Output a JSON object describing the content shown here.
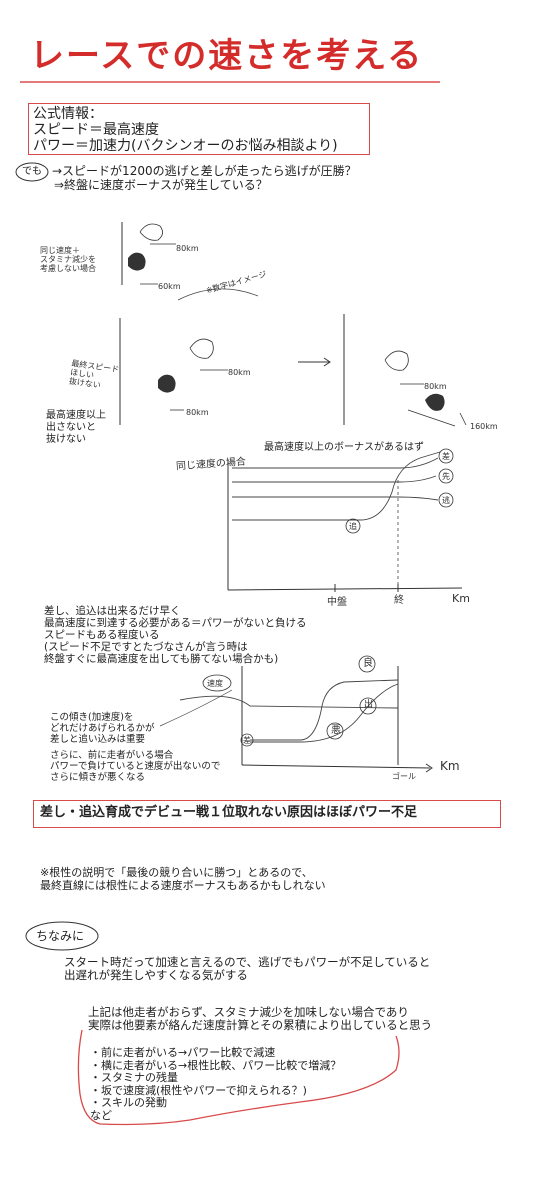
{
  "title": "レースでの速さを考える",
  "official": {
    "lines": [
      "公式情報：",
      "スピード＝最高速度",
      "パワー＝加速力(バクシンオーのお悩み相談より)"
    ]
  },
  "demo_label": "でも",
  "question": {
    "lines": [
      "→スピードが1200の逃げと差しが走ったら逃げが圧勝？",
      "⇒終盤に速度ボーナスが発生している？"
    ]
  },
  "diagram1": {
    "note": [
      "同じ速度＋",
      "スタミナ減少を",
      "考慮しない場合"
    ],
    "speed_top": "80km",
    "speed_bottom": "60km",
    "image_caption": "※数字はイメージ"
  },
  "diagram2": {
    "side_note": [
      "最終スピード",
      "ほしい",
      "抜けない"
    ],
    "note": [
      "最高速度以上",
      "出さないと",
      "抜けない"
    ],
    "speed_a1": "80km",
    "speed_a2": "80km",
    "speed_b1": "80km",
    "speed_b2": "160km"
  },
  "graph1": {
    "ylabel": "同じ速度の場合",
    "annotation": "最高速度以上のボーナスがあるはず",
    "x_mid": "中盤",
    "x_end": "終",
    "x_unit": "Km",
    "labels": [
      "差",
      "先",
      "逃",
      "追"
    ]
  },
  "sashi": {
    "lines": [
      "差し、追込は出来るだけ早く",
      "最高速度に到達する必要がある＝パワーがないと負ける",
      "スピードもある程度いる",
      "(スピード不足ですとたづなさんが言う時は",
      "終盤すぐに最高速度を出しても勝てない場合かも)"
    ]
  },
  "graph2": {
    "speed_label": "速度",
    "good": "良",
    "dekai": "出",
    "bad": "悪",
    "start": "差",
    "goal": "ゴール",
    "x_unit": "Km",
    "note1": [
      "この傾き(加速度)を",
      "どれだけあげられるかが",
      "差しと追い込みは重要"
    ],
    "note2": [
      "さらに、前に走者がいる場合",
      "パワーで負けていると速度が出ないので",
      "さらに傾きが悪くなる"
    ]
  },
  "conclusion": "差し・追込育成でデビュー戦１位取れない原因はほぼパワー不足",
  "konjo": {
    "lines": [
      "※根性の説明で「最後の競り合いに勝つ」とあるので、",
      "最終直線には根性による速度ボーナスもあるかもしれない"
    ]
  },
  "chinami": {
    "label": "ちなみに",
    "lines": [
      "スタート時だって加速と言えるので、逃げでもパワーが不足していると",
      "出遅れが発生しやすくなる気がする"
    ]
  },
  "summary": {
    "lines": [
      "上記は他走者がおらず、スタミナ減少を加味しない場合であり",
      "実際は他要素が絡んだ速度計算とその累積により出していると思う"
    ]
  },
  "factors": {
    "items": [
      "・前に走者がいる→パワー比較で減速",
      "・横に走者がいる→根性比較、パワー比較で増減？",
      "・スタミナの残量",
      "・坂で速度減(根性やパワーで抑えられる？)",
      "・スキルの発動",
      "など"
    ]
  },
  "colors": {
    "accent_red": "#d42b2b",
    "box_red": "#d94a4a",
    "ink": "#222222"
  }
}
